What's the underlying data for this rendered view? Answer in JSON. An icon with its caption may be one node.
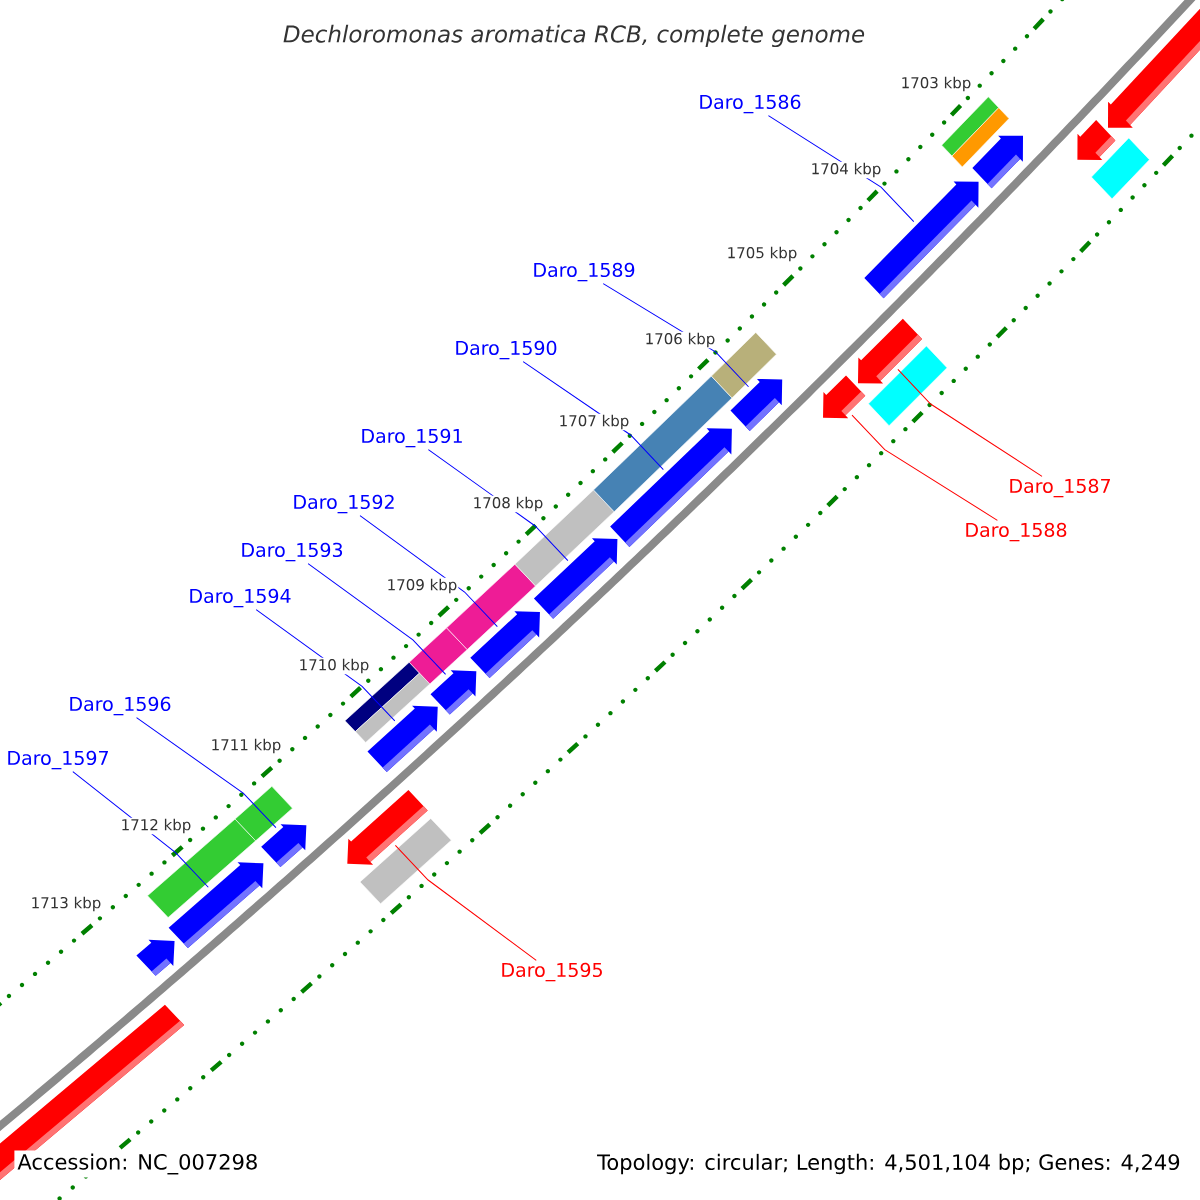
{
  "diagram": {
    "title": "Dechloromonas aromatica RCB, complete genome",
    "nodes": [
      {
        "text": [
          "Daro_1586"
        ]
      },
      {
        "text": [
          "Daro_1589"
        ]
      },
      {
        "text": [
          "Daro_1590"
        ]
      },
      {
        "text": [
          "Daro_1591"
        ]
      },
      {
        "text": [
          "Daro_1587"
        ]
      },
      {
        "text": [
          "Daro_1592"
        ]
      },
      {
        "text": [
          "Daro_1588"
        ]
      },
      {
        "text": [
          "Daro_1593"
        ]
      },
      {
        "text": [
          "Daro_1594"
        ]
      },
      {
        "text": [
          "Daro_1596"
        ]
      },
      {
        "text": [
          "Daro_1597"
        ]
      },
      {
        "text": [
          "Daro_1595"
        ]
      },
      {
        "text": [],
        "shape": "arrow"
      },
      {
        "text": [],
        "shape": "arrow"
      },
      {
        "text": [],
        "shape": "arrow"
      },
      {
        "text": [],
        "shape": "arrow"
      },
      {
        "text": [],
        "shape": "arrow"
      },
      {
        "text": [],
        "shape": "arrow"
      },
      {
        "text": [],
        "shape": "arrow"
      },
      {
        "text": [],
        "shape": "arrow"
      },
      {
        "text": [],
        "shape": "arrow"
      },
      {
        "text": [],
        "shape": "arrow"
      },
      {
        "text": [],
        "shape": "arrow"
      },
      {
        "text": [],
        "shape": "arrow"
      },
      {
        "text": [],
        "shape": "arrow"
      },
      {
        "text": [],
        "shape": "arrow"
      },
      {
        "text": [],
        "shape": "arrow"
      },
      {
        "text": [],
        "shape": "arrow"
      },
      {
        "text": [],
        "shape": "arrow"
      }
    ],
    "edges": [
      {
        "from": 0,
        "to": 12,
        "arrow": "none"
      },
      {
        "from": 1,
        "to": 13,
        "arrow": "none"
      },
      {
        "from": 2,
        "to": 14,
        "arrow": "none"
      },
      {
        "from": 3,
        "to": 15,
        "arrow": "none"
      },
      {
        "from": 4,
        "to": 16,
        "arrow": "none",
        "color": "#ff0000"
      },
      {
        "from": 5,
        "to": 17,
        "arrow": "none"
      },
      {
        "from": 6,
        "to": 18,
        "arrow": "none",
        "color": "#ff0000"
      },
      {
        "from": 7,
        "to": 19,
        "arrow": "none"
      },
      {
        "from": 8,
        "to": 20,
        "arrow": "none"
      },
      {
        "from": 9,
        "to": 21,
        "arrow": "none"
      },
      {
        "from": 10,
        "to": 22,
        "arrow": "none"
      },
      {
        "from": 11,
        "to": 23,
        "arrow": "none",
        "color": "#ff0000"
      }
    ],
    "labels": [
      "1703 kbp",
      "1704 kbp",
      "1705 kbp",
      "1706 kbp",
      "1707 kbp",
      "1708 kbp",
      "1709 kbp",
      "1710 kbp",
      "1711 kbp",
      "1712 kbp",
      "1713 kbp",
      "Accession: NC_007298",
      "Topology: circular; Length: 4,501,104 bp; Genes: 4,249"
    ]
  }
}
